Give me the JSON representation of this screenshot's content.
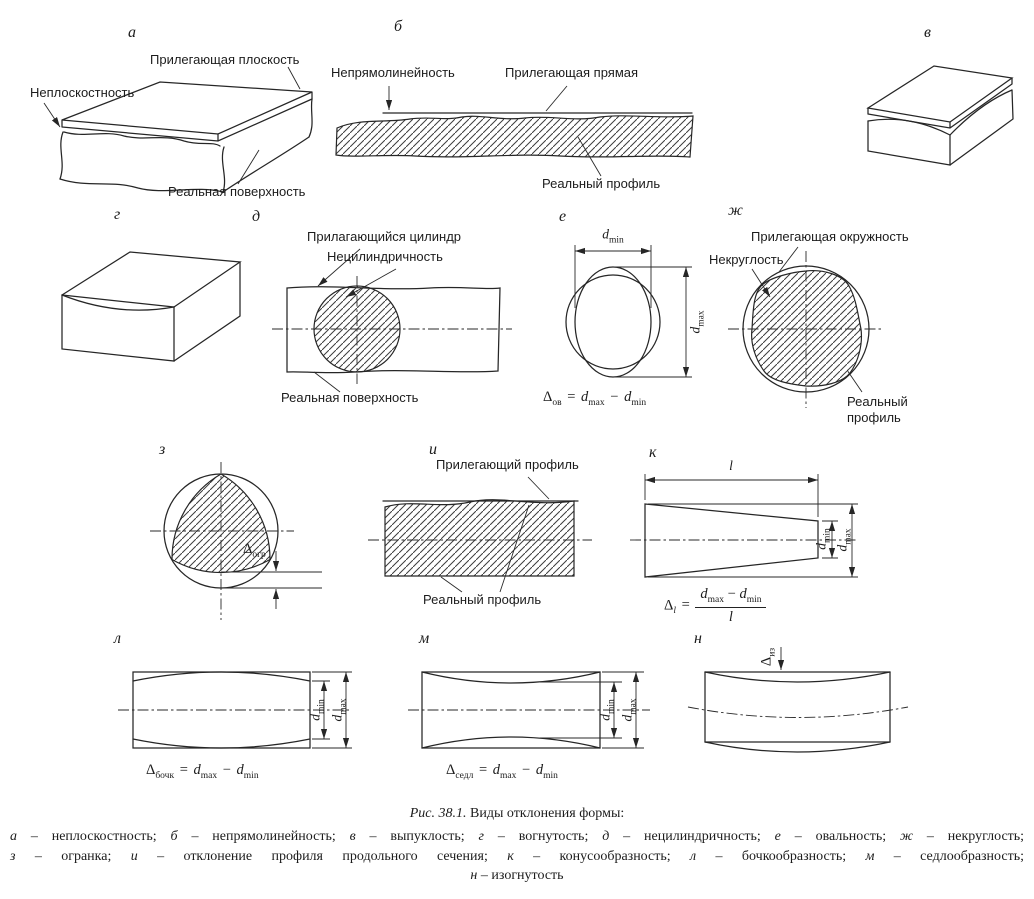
{
  "figure": {
    "ref": "Рис. 38.1.",
    "title": "Виды отклонения формы:",
    "caption_items": [
      {
        "letter": "а",
        "text": "– неплоскостность;"
      },
      {
        "letter": "б",
        "text": "– непрямолинейность;"
      },
      {
        "letter": "в",
        "text": "– выпуклость;"
      },
      {
        "letter": "г",
        "text": "– вогнутость;"
      },
      {
        "letter": "д",
        "text": "– нецилиндричность;"
      },
      {
        "letter": "е",
        "text": "– овальность;"
      },
      {
        "letter": "ж",
        "text": "– некруглость;"
      },
      {
        "letter": "з",
        "text": "– огранка;"
      },
      {
        "letter": "и",
        "text": "– отклонение профиля продольного сечения;"
      },
      {
        "letter": "к",
        "text": "– конусообразность;"
      },
      {
        "letter": "л",
        "text": "– бочкообразность;"
      },
      {
        "letter": "м",
        "text": "– седлообразность;"
      },
      {
        "letter": "н",
        "text": "– изогнутость"
      }
    ]
  },
  "sym": {
    "d": "d",
    "min": "min",
    "max": "max",
    "l": "l",
    "delta": "Δ",
    "eq": "=",
    "minus": "−"
  },
  "panels": {
    "a": {
      "letter": "а",
      "adjacent_plane": "Прилегающая плоскость",
      "nonflatness": "Неплоскостность",
      "real_surface": "Реальная поверхность"
    },
    "b": {
      "letter": "б",
      "nonstraightness": "Непрямолинейность",
      "adjacent_line": "Прилегающая прямая",
      "real_profile": "Реальный профиль"
    },
    "v": {
      "letter": "в"
    },
    "g": {
      "letter": "г"
    },
    "d": {
      "letter": "д",
      "adjacent_cylinder": "Прилагающийся цилиндр",
      "noncylindricity": "Нецилиндричность",
      "real_surface": "Реальная поверхность"
    },
    "e": {
      "letter": "е",
      "delta_sub": "ов"
    },
    "zh": {
      "letter": "ж",
      "adjacent_circle": "Прилегающая окружность",
      "nonroundness": "Некруглость",
      "real_profile_line1": "Реальный",
      "real_profile_line2": "профиль"
    },
    "z": {
      "letter": "з",
      "delta_sub": "огр"
    },
    "i": {
      "letter": "и",
      "adjacent_profile": "Прилегающий профиль",
      "real_profile": "Реальный профиль"
    },
    "k": {
      "letter": "к",
      "delta_sub": "l"
    },
    "l": {
      "letter": "л",
      "delta_sub": "бочк"
    },
    "m": {
      "letter": "м",
      "delta_sub": "седл"
    },
    "n": {
      "letter": "н",
      "delta_sub": "из"
    }
  }
}
